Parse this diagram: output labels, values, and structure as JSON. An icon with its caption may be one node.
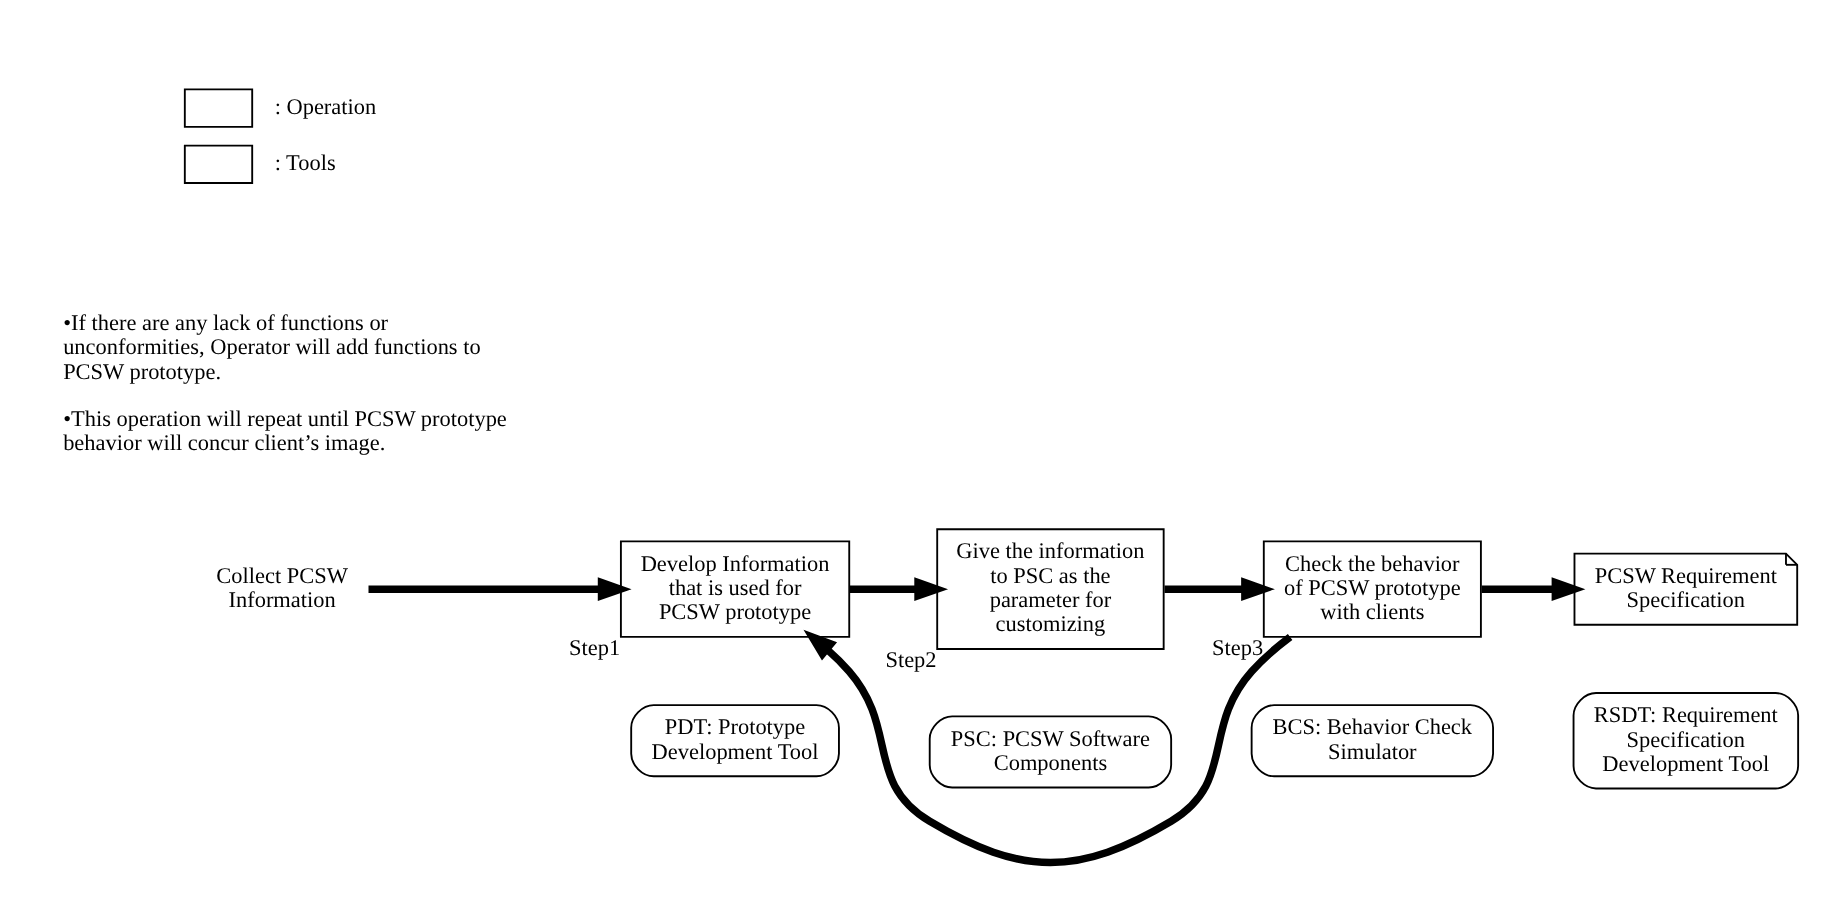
{
  "diagram": {
    "nodes": [
      {
        "text": [
          "Collect PCSW Information"
        ]
      },
      {
        "text": [
          "Develop Information that is used for PCSW prototype"
        ],
        "beside": [
          "Step1"
        ]
      },
      {
        "text": [
          "Give the information to PSC as the parameter for customizing"
        ],
        "beside": [
          "Step2"
        ]
      },
      {
        "text": [
          "Check the behavior of PCSW prototype with clients"
        ],
        "beside": [
          "Step3"
        ]
      },
      {
        "text": [
          "PCSW Requirement Specification"
        ]
      },
      {
        "text": [
          "PDT: Prototype Development Tool"
        ]
      },
      {
        "text": [
          "PSC: PCSW Software Components"
        ]
      },
      {
        "text": [
          "BCS: Behavior Check Simulator"
        ]
      },
      {
        "text": [
          "RSDT: Requirement Specification Development Tool"
        ]
      }
    ],
    "edges": [
      {
        "from": 0,
        "to": 1,
        "arrow": "to"
      },
      {
        "from": 1,
        "to": 2,
        "arrow": "to"
      },
      {
        "from": 2,
        "to": 3,
        "arrow": "to"
      },
      {
        "from": 3,
        "to": 4,
        "arrow": "to"
      },
      {
        "from": 3,
        "to": 1,
        "arrow": "to"
      }
    ],
    "labels": [
      "•If there are any lack of functions or unconformities, Operator will add functions to PCSW prototype.",
      "•This operation will repeat until PCSW prototype behavior will concur client’s image."
    ],
    "legend": [
      {
        "text": ": Operation"
      },
      {
        "text": ": Tools"
      }
    ]
  }
}
